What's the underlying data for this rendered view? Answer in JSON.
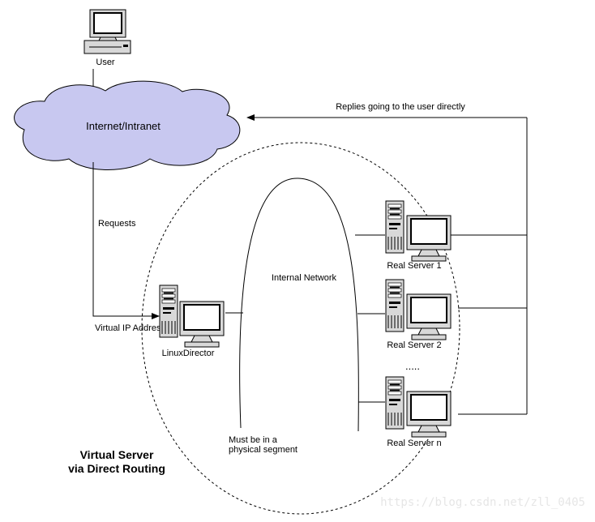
{
  "labels": {
    "user": "User",
    "internet": "Internet/Intranet",
    "replies": "Replies going to the user directly",
    "requests": "Requests",
    "internal_network": "Internal Network",
    "virtual_ip": "Virtual IP Address",
    "director": "LinuxDirector",
    "server1": "Real Server 1",
    "server2": "Real Server 2",
    "server_n": "Real Server n",
    "ellipsis": ".....",
    "segment_line1": "Must be in a",
    "segment_line2": "physical segment",
    "title_line1": "Virtual Server",
    "title_line2": "via Direct Routing"
  },
  "watermark": "https://blog.csdn.net/zll_0405",
  "colors": {
    "cloud_fill": "#c8c8f0",
    "line": "#000000",
    "screen": "#ffffff",
    "case": "#d8d8d8"
  },
  "icons": {
    "user": "desktop-computer-icon",
    "cloud": "cloud-icon",
    "director": "server-tower-icon",
    "servers": "server-tower-icon"
  }
}
